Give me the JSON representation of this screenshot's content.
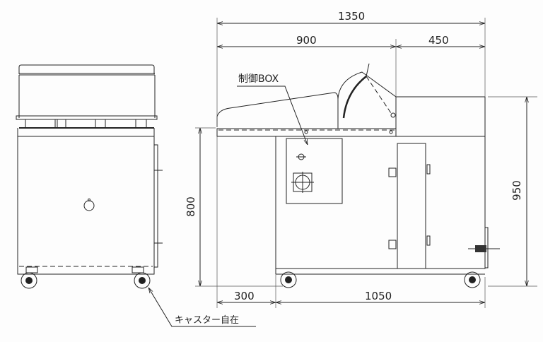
{
  "dimensions": {
    "overall_length": "1350",
    "upper_left_length": "900",
    "upper_right_length": "450",
    "overall_height": "950",
    "body_height": "800",
    "lower_left_offset": "300",
    "lower_length": "1050"
  },
  "annotations": {
    "control_box": "制御BOX",
    "casters": "キャスター自在"
  }
}
